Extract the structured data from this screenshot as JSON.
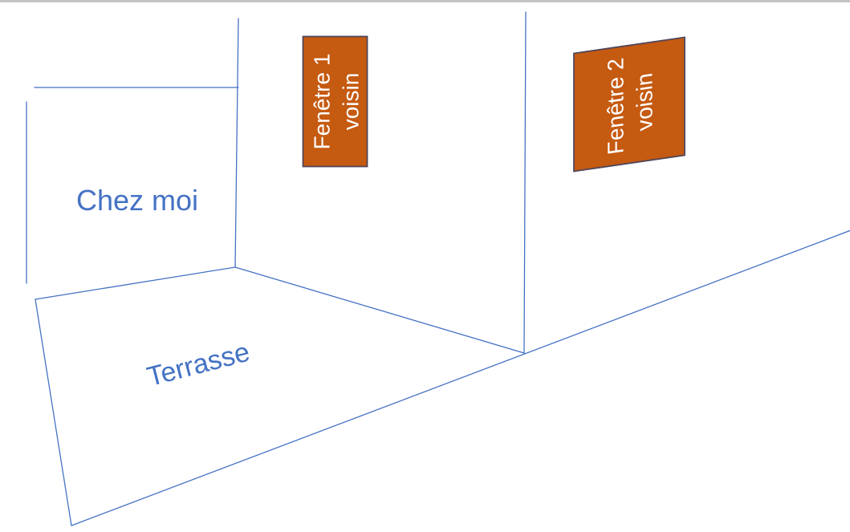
{
  "diagram": {
    "labels": {
      "home": "Chez moi",
      "terrace": "Terrasse"
    },
    "windows": [
      {
        "line1": "Fenêtre 1",
        "line2": "voisin"
      },
      {
        "line1": "Fenêtre 2",
        "line2": "voisin"
      }
    ],
    "colors": {
      "line_blue": "#4472C4",
      "label_text_blue": "#4472C4",
      "window_fill_orange": "#C55A11",
      "window_border": "#50455A",
      "window_text": "#FFFFFF",
      "top_border_gray": "#C4C4C4",
      "background": "#FFFFFF"
    }
  }
}
